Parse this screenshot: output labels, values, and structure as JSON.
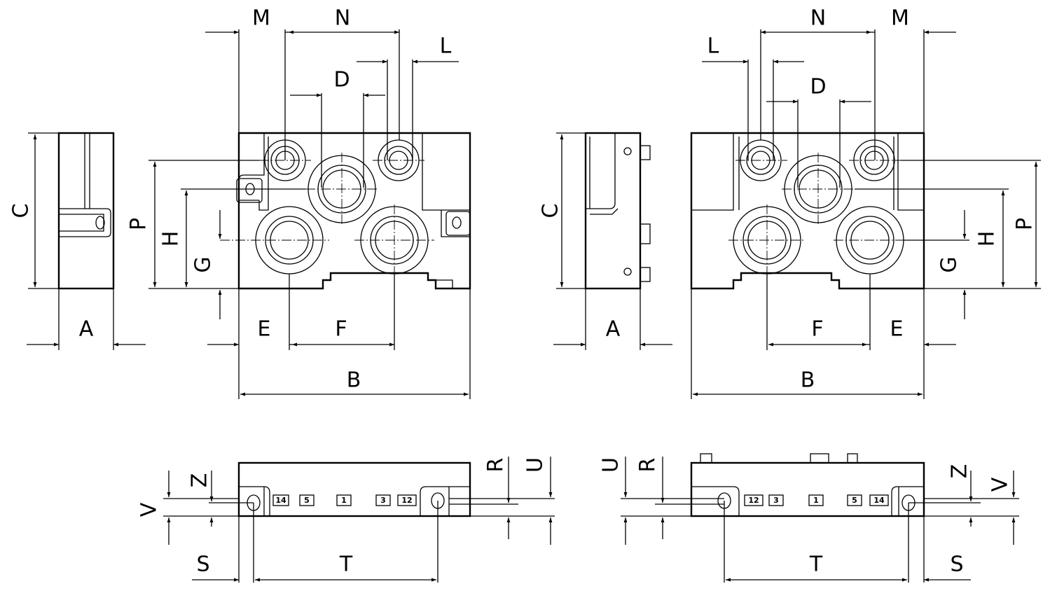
{
  "drawing": {
    "dimension_labels": {
      "A": "A",
      "B": "B",
      "C": "C",
      "D": "D",
      "E": "E",
      "F": "F",
      "G": "G",
      "H": "H",
      "L": "L",
      "M": "M",
      "N": "N",
      "P": "P",
      "R": "R",
      "S": "S",
      "T": "T",
      "U": "U",
      "V": "V",
      "Z": "Z"
    },
    "left_ports": [
      "14",
      "5",
      "1",
      "3",
      "12"
    ],
    "right_ports": [
      "12",
      "3",
      "1",
      "5",
      "14"
    ]
  }
}
